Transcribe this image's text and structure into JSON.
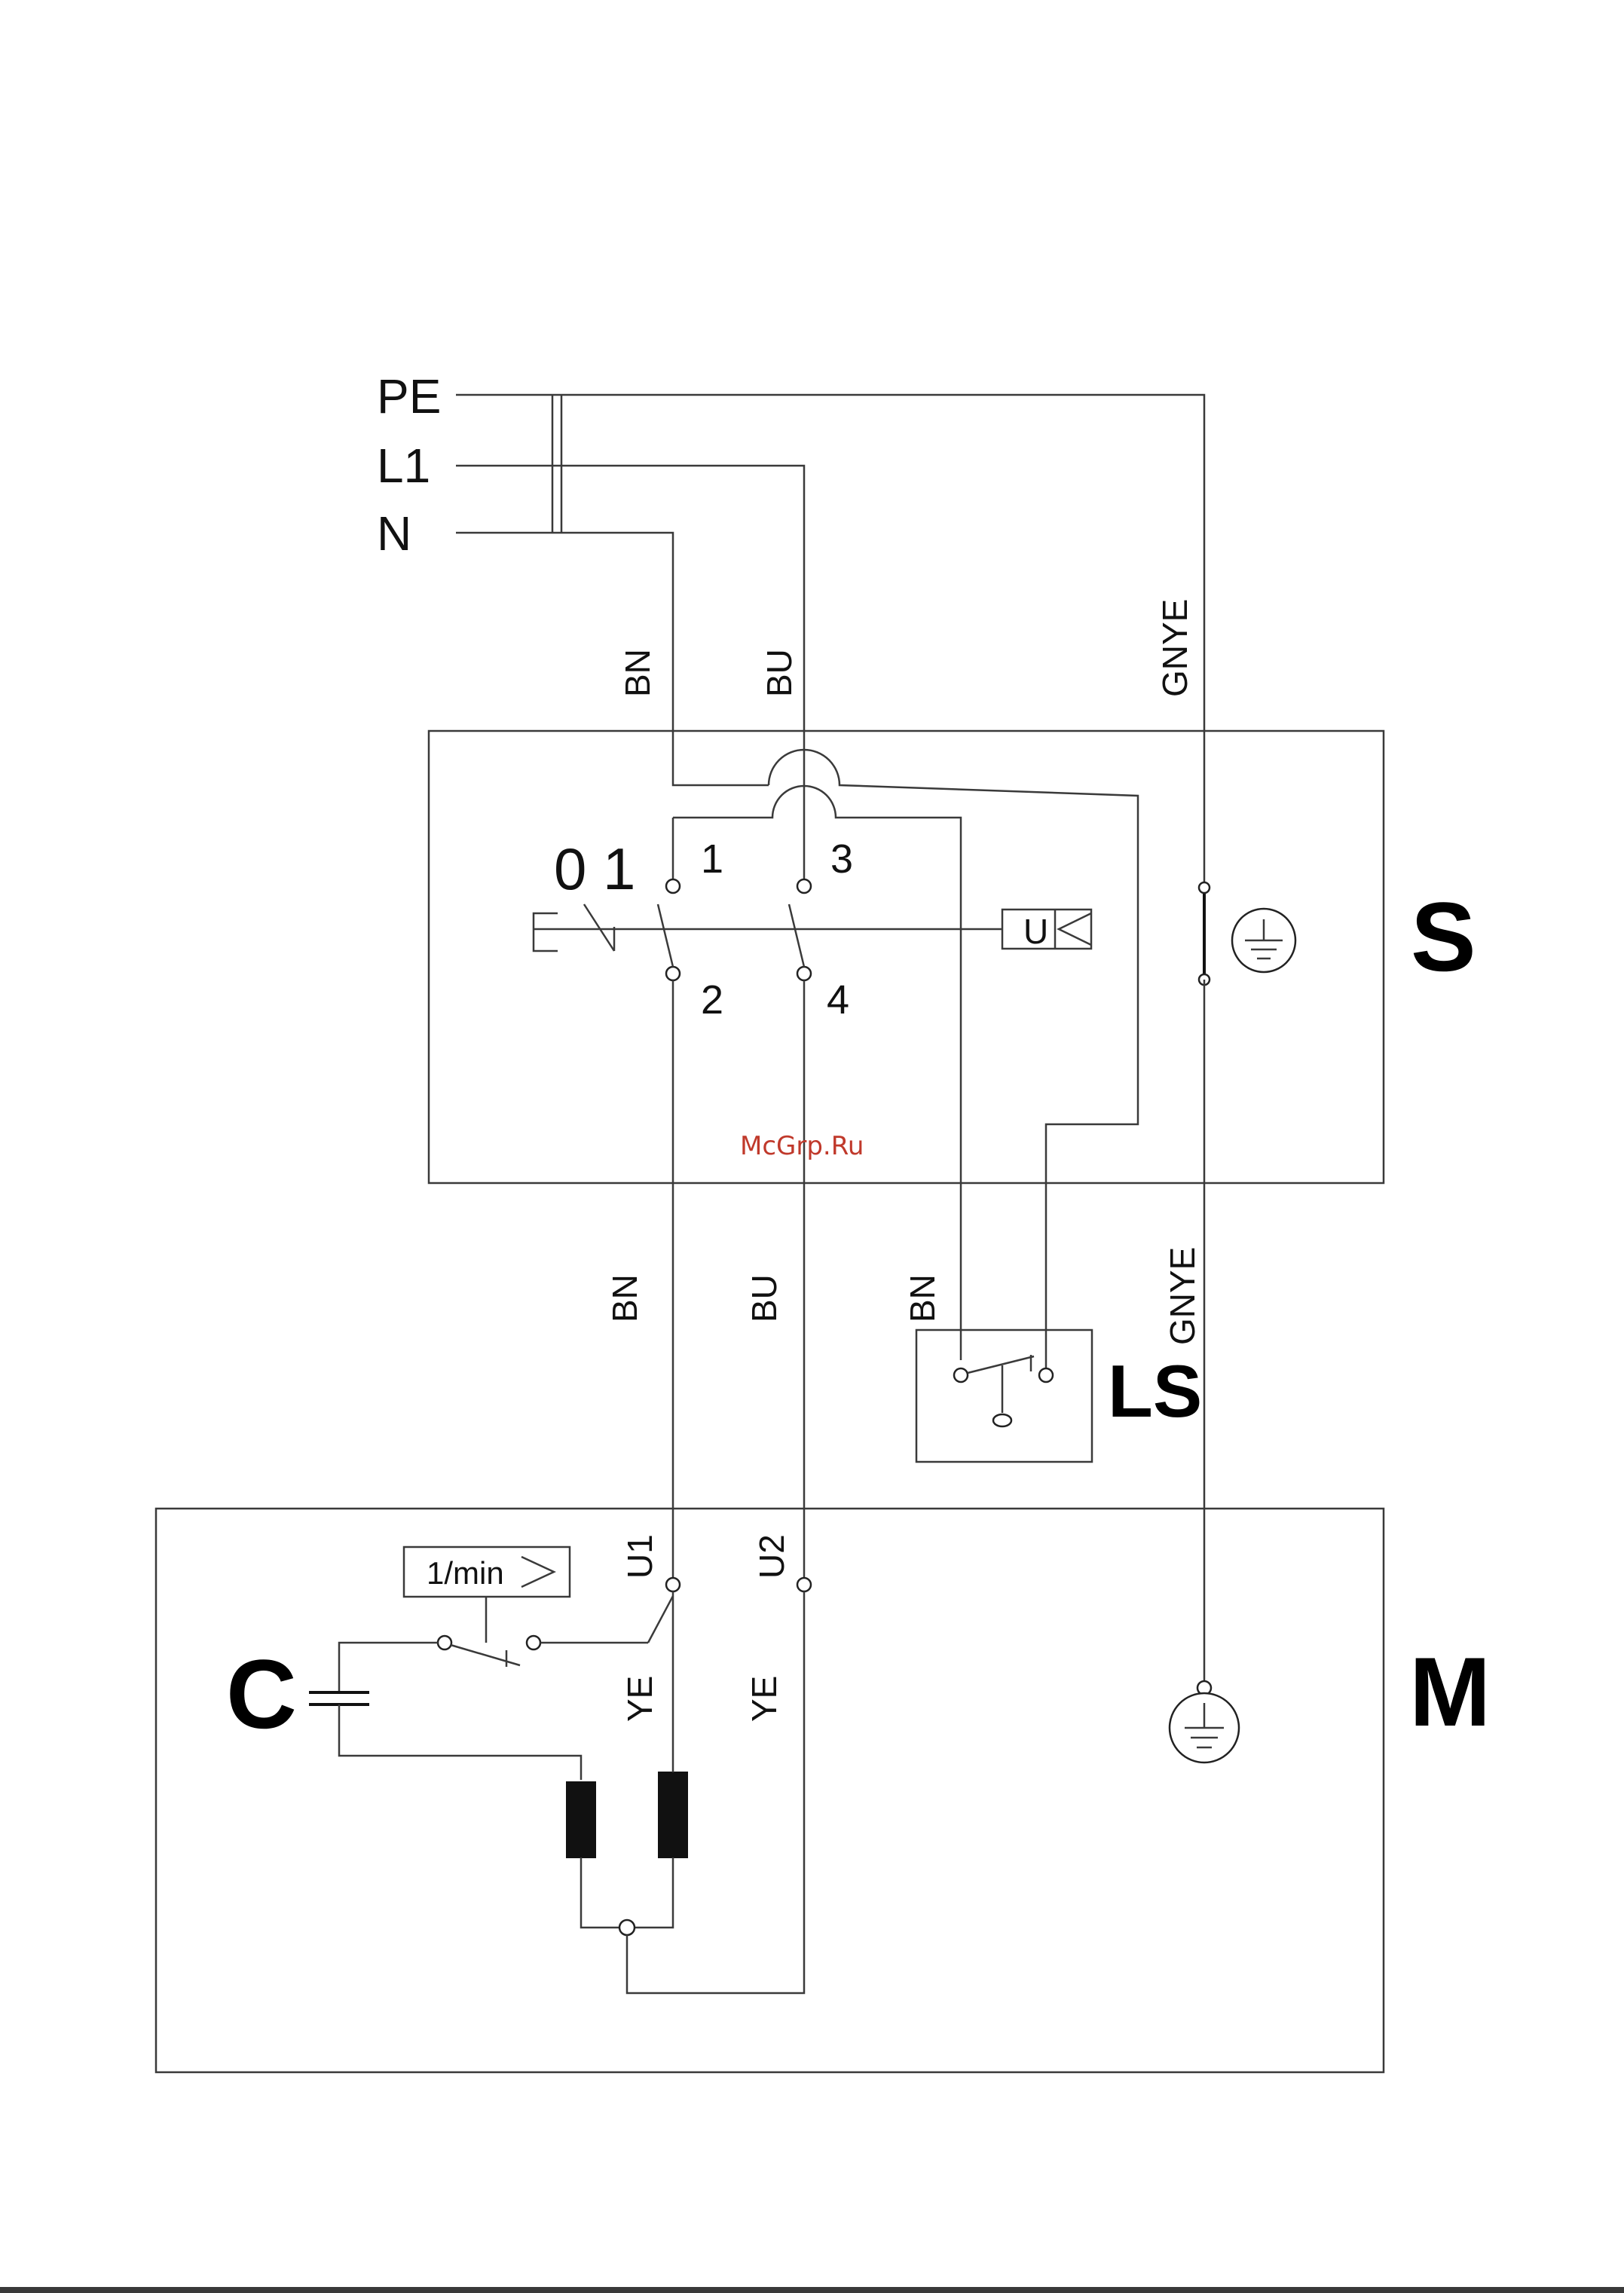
{
  "supply": {
    "pe": "PE",
    "l1": "L1",
    "n": "N"
  },
  "wire_colors": {
    "bn_top": "BN",
    "bu_top": "BU",
    "gnye_top": "GNYE",
    "bn_mid": "BN",
    "bu_mid": "BU",
    "bn_ls": "BN",
    "gnye_mid": "GNYE",
    "ye_left": "YE",
    "ye_right": "YE"
  },
  "switch": {
    "label": "S",
    "positions": "0 1",
    "contacts": [
      "1",
      "3",
      "2",
      "4"
    ],
    "undervoltage": "U"
  },
  "limit_switch": {
    "label": "LS"
  },
  "motor": {
    "label": "M",
    "terminals": [
      "U1",
      "U2"
    ],
    "speed_switch": "1/min",
    "capacitor": "C"
  },
  "watermark": "McGrp.Ru"
}
